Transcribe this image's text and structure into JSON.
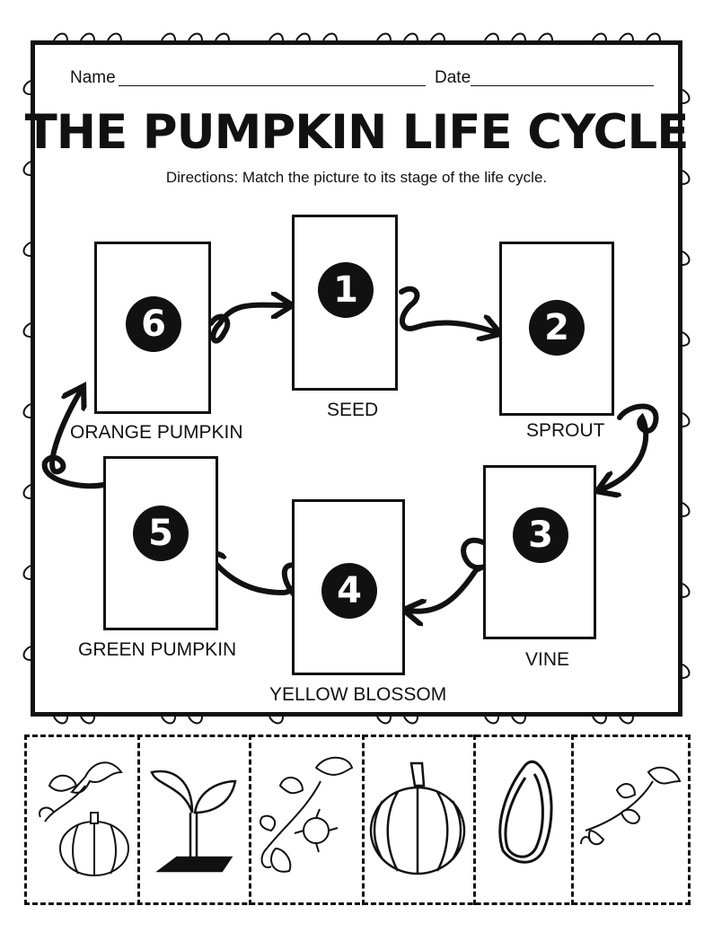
{
  "header": {
    "name_label": "Name",
    "date_label": "Date"
  },
  "title": "THE PUMPKIN LIFE CYCLE",
  "directions": "Directions: Match the picture to its stage of the life cycle.",
  "stages": [
    {
      "number": "1",
      "label": "SEED"
    },
    {
      "number": "2",
      "label": "SPROUT"
    },
    {
      "number": "3",
      "label": "VINE"
    },
    {
      "number": "4",
      "label": "YELLOW BLOSSOM"
    },
    {
      "number": "5",
      "label": "GREEN PUMPKIN"
    },
    {
      "number": "6",
      "label": "ORANGE PUMPKIN"
    }
  ],
  "cutouts": [
    {
      "picture": "pumpkin-on-vine"
    },
    {
      "picture": "sprout"
    },
    {
      "picture": "flowering-vine"
    },
    {
      "picture": "pumpkin"
    },
    {
      "picture": "seed"
    },
    {
      "picture": "vine"
    }
  ]
}
